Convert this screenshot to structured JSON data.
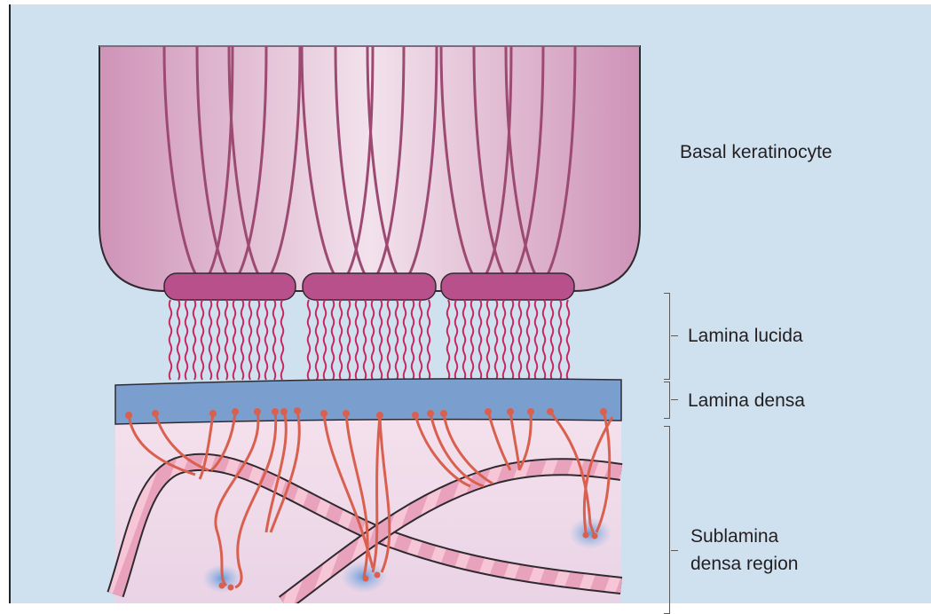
{
  "labels": {
    "basal_keratinocyte": "Basal keratinocyte",
    "lamina_lucida": "Lamina lucida",
    "lamina_densa": "Lamina densa",
    "sublamina_line1": "Sublamina",
    "sublamina_line2": "densa region"
  },
  "colors": {
    "background": "#cfe0ef",
    "cell_fill": "#d9a7c7",
    "cell_outline": "#2f2a30",
    "keratin_filaments": "#9c4a72",
    "hemidesmosome": "#b8508c",
    "anchoring_filaments": "#c8285f",
    "lamina_densa": "#7a9fcf",
    "sublamina_fill": "#f1dbe8",
    "anchoring_fibrils": "#d9604f",
    "collagen_fibers": "#e6a0b8",
    "anchoring_plaques": "#6f9fd6"
  }
}
